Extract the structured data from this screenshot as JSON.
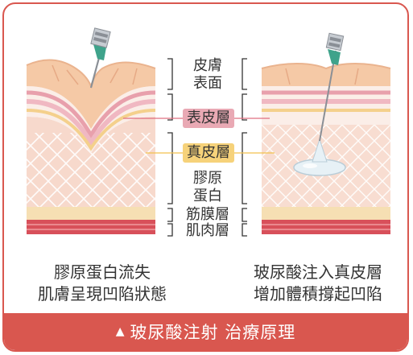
{
  "labels": {
    "skin_surface_1": "皮膚",
    "skin_surface_2": "表面",
    "epidermis": "表皮層",
    "dermis": "真皮層",
    "collagen_1": "膠原",
    "collagen_2": "蛋白",
    "fascia": "筋膜層",
    "muscle": "肌肉層"
  },
  "captions": {
    "left_line1": "膠原蛋白流失",
    "left_line2": "肌膚呈現凹陷狀態",
    "right_line1": "玻尿酸注入真皮層",
    "right_line2": "增加體積撐起凹陷"
  },
  "footer": {
    "title": "玻尿酸注射 治療原理"
  },
  "colors": {
    "accent": "#d9574f",
    "epidermis_tag": "#e9a9b4",
    "dermis_tag": "#f6d27a"
  }
}
